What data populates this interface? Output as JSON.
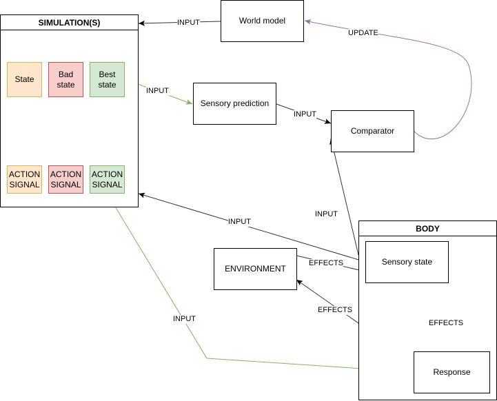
{
  "simulation": {
    "title": "SIMULATION(S)",
    "states": [
      "State",
      "Bad\nstate",
      "Best\nstate"
    ],
    "actions": [
      "ACTION\nSIGNAL",
      "ACTION\nSIGNAL",
      "ACTION\nSIGNAL"
    ]
  },
  "nodes": {
    "world_model": "World model",
    "sensory_prediction": "Sensory prediction",
    "comparator": "Comparator",
    "environment": "ENVIRONMENT",
    "sensory_state": "Sensory state",
    "response": "Response"
  },
  "body": {
    "title": "BODY"
  },
  "edge_labels": {
    "world_to_sim": "INPUT",
    "update": "UPDATE",
    "best_to_prediction": "INPUT",
    "prediction_to_comparator": "INPUT",
    "sensory_to_comparator": "INPUT",
    "sensory_to_sim": "INPUT",
    "env_to_sensory": "EFFECTS",
    "response_to_env": "EFFECTS",
    "response_to_sensory": "EFFECTS",
    "action_to_response": "INPUT"
  },
  "colors": {
    "black": "#000000",
    "green": "#82b366",
    "purple": "#9673a6",
    "gray": "#333333"
  }
}
